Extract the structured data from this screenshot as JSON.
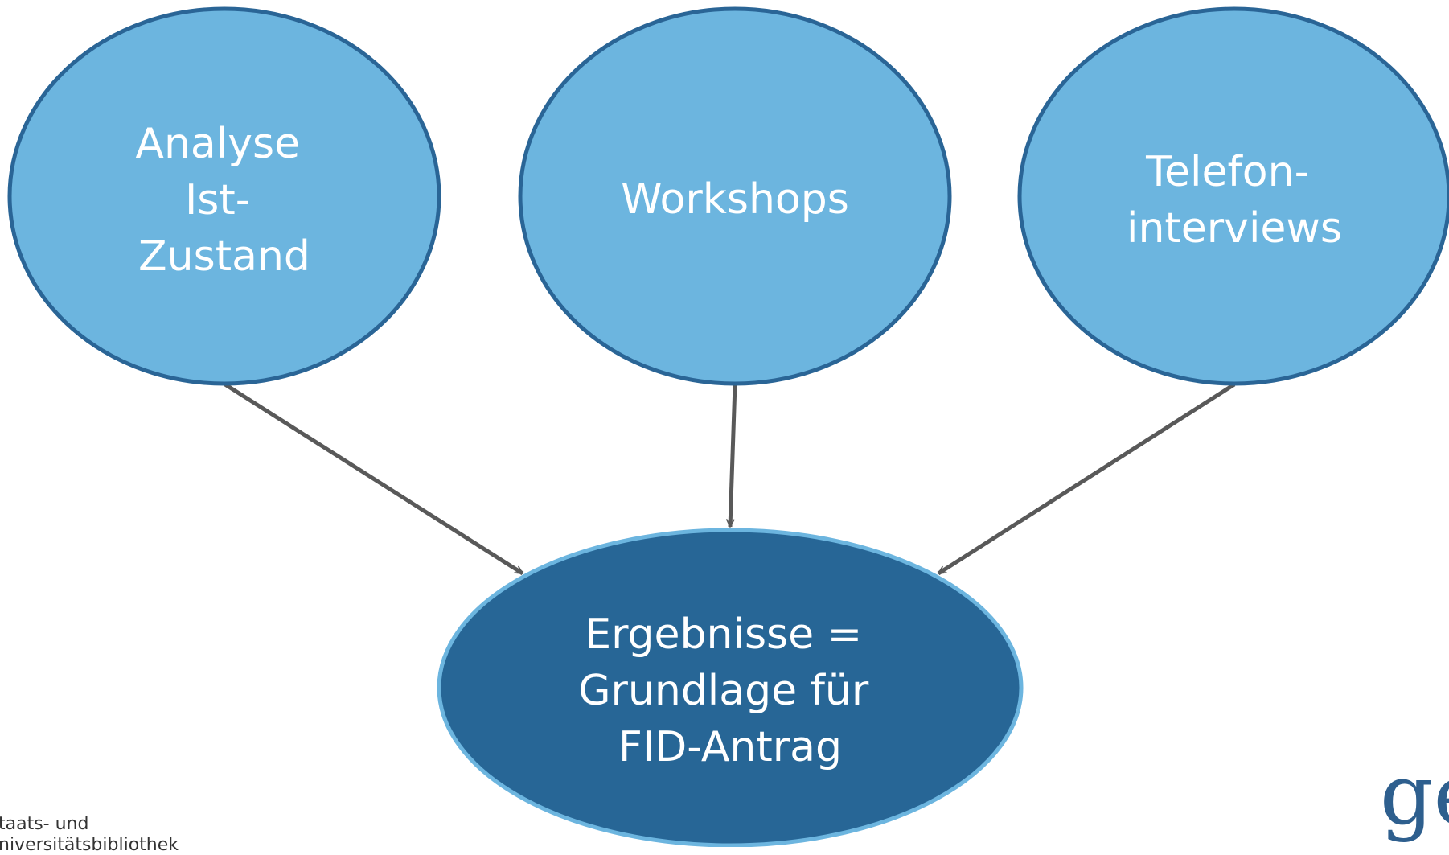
{
  "diagram": {
    "nodes": [
      {
        "id": "analyse",
        "lines": [
          "Analyse",
          "Ist-",
          "Zustand"
        ],
        "fill": "#6cb5df",
        "stroke": "#2a6596"
      },
      {
        "id": "workshops",
        "lines": [
          "Workshops"
        ],
        "fill": "#6cb5df",
        "stroke": "#2a6596"
      },
      {
        "id": "telefon",
        "lines": [
          "Telefon-",
          "interviews"
        ],
        "fill": "#6cb5df",
        "stroke": "#2a6596"
      },
      {
        "id": "ergebnisse",
        "lines": [
          "Ergebnisse =",
          "Grundlage für",
          "FID-Antrag"
        ],
        "fill": "#276696",
        "stroke": "#6cb5df"
      }
    ],
    "edges": [
      {
        "from": "analyse",
        "to": "ergebnisse"
      },
      {
        "from": "workshops",
        "to": "ergebnisse"
      },
      {
        "from": "telefon",
        "to": "ergebnisse"
      }
    ],
    "edge_color": "#595959"
  },
  "footer": {
    "line1": "taats- und",
    "line2": "niversitätsbibliothek",
    "logo_fragment": "ge"
  }
}
